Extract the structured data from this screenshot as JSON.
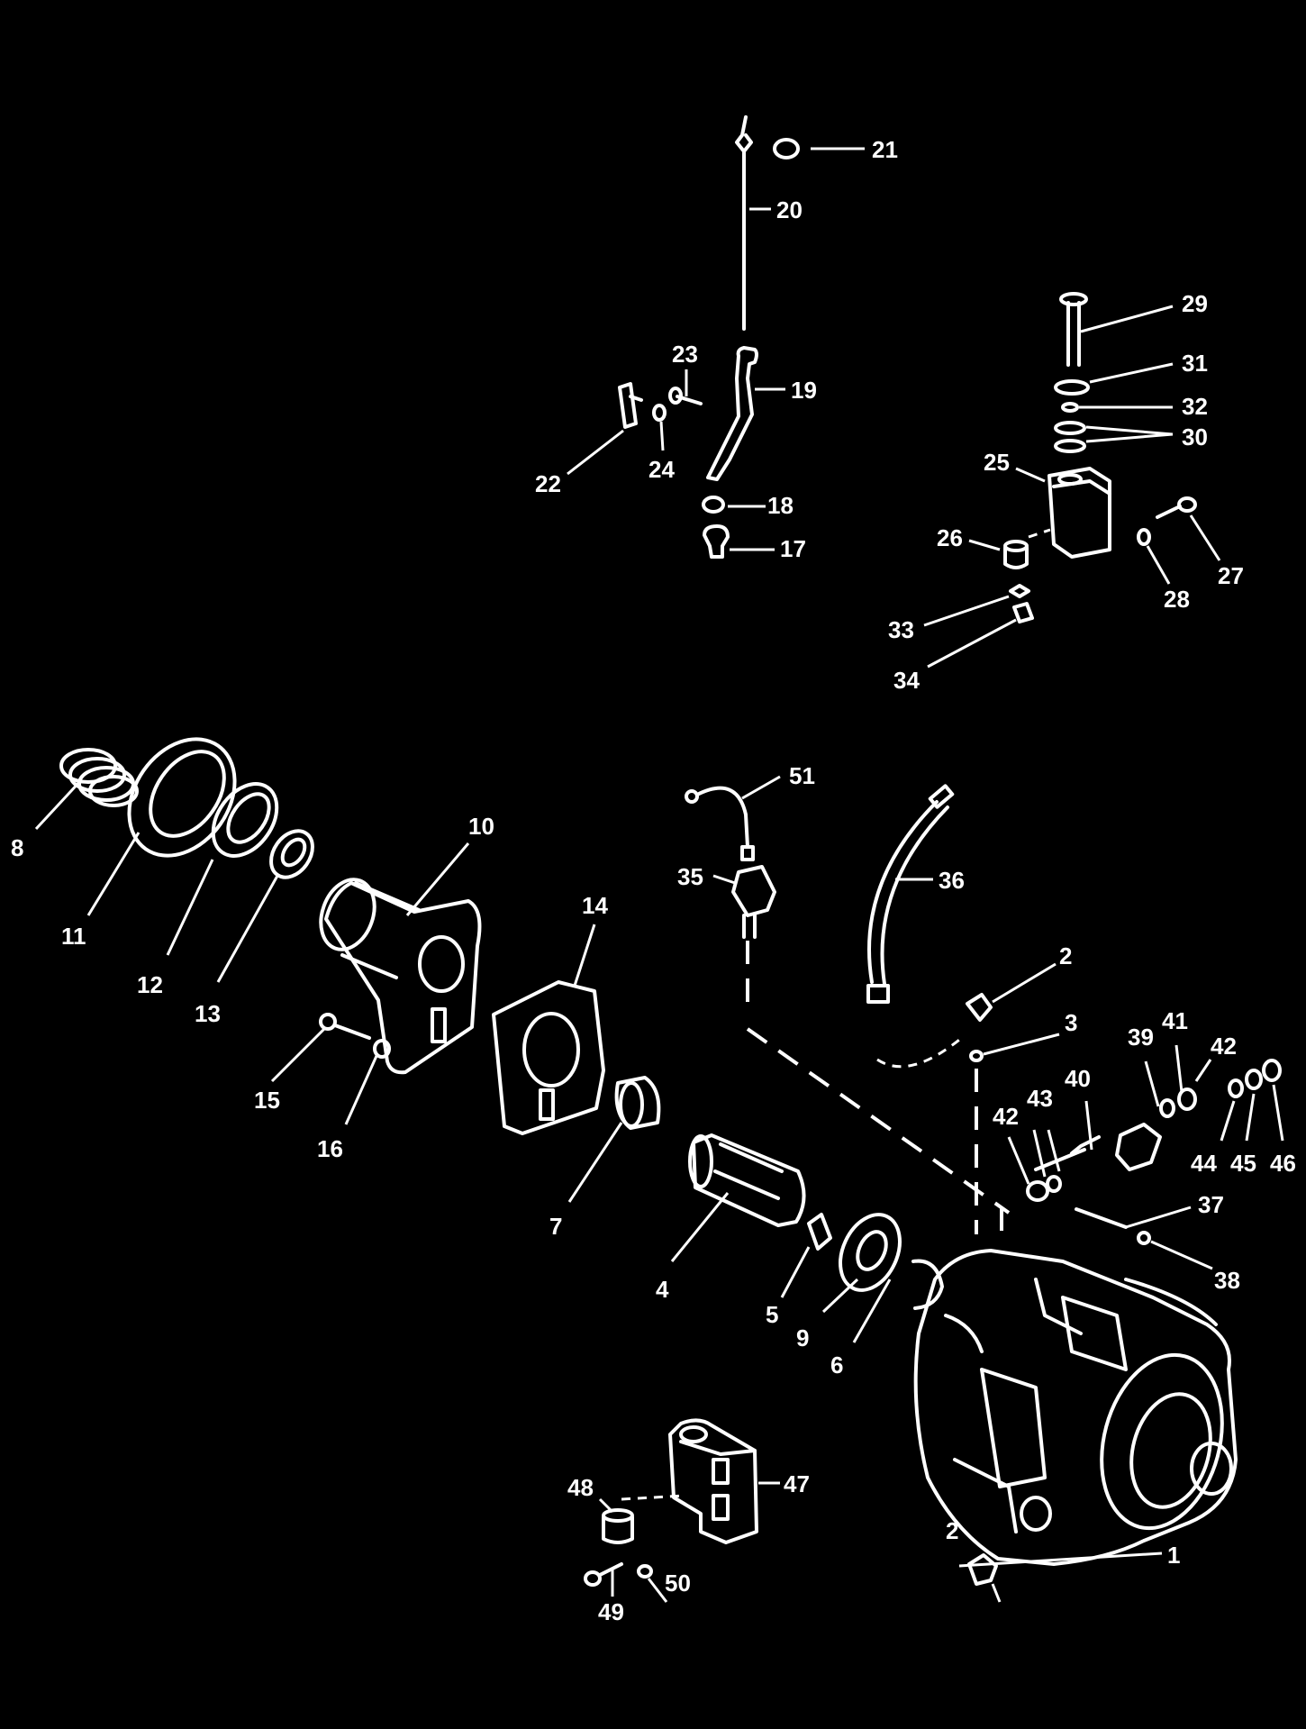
{
  "colors": {
    "background": "#000000",
    "ink": "#ffffff"
  },
  "callouts": [
    "1",
    "2",
    "2",
    "3",
    "4",
    "5",
    "6",
    "7",
    "8",
    "9",
    "10",
    "11",
    "12",
    "13",
    "14",
    "15",
    "16",
    "17",
    "18",
    "19",
    "20",
    "21",
    "22",
    "23",
    "24",
    "25",
    "26",
    "27",
    "28",
    "29",
    "30",
    "31",
    "32",
    "33",
    "34",
    "35",
    "36",
    "37",
    "38",
    "39",
    "40",
    "41",
    "42",
    "42",
    "43",
    "44",
    "45",
    "46",
    "47",
    "48",
    "49",
    "50",
    "51"
  ]
}
